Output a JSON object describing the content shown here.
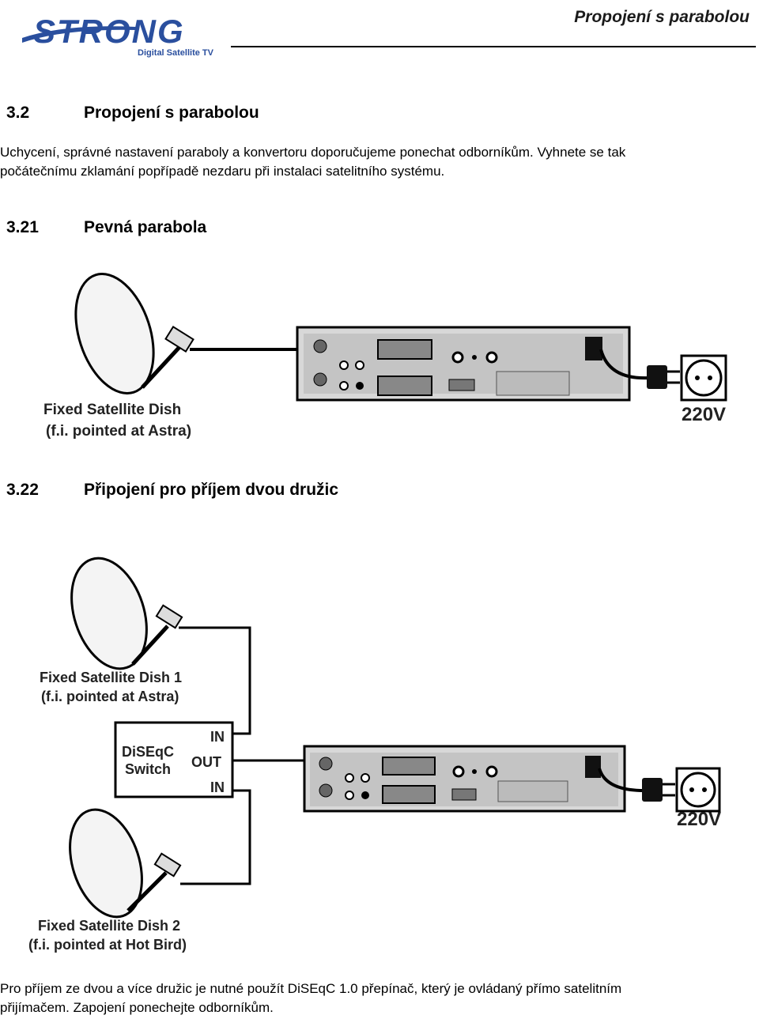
{
  "header": {
    "logo_text": "STRONG",
    "logo_subtitle": "Digital Satellite TV",
    "title": "Propojení s parabolou"
  },
  "section": {
    "number": "3.2",
    "title": "Propojení s parabolou",
    "intro_line1": "Uchycení, správné nastavení paraboly a konvertoru doporučujeme ponechat odborníkům. Vyhnete se tak",
    "intro_line2": "počátečnímu zklamání popřípadě nezdaru při instalaci satelitního systému."
  },
  "subsection1": {
    "number": "3.21",
    "title": "Pevná parabola",
    "figure": {
      "dish_label_line1": "Fixed Satellite Dish",
      "dish_label_line2": "(f.i. pointed at Astra)",
      "voltage": "220V"
    }
  },
  "subsection2": {
    "number": "3.22",
    "title": "Připojení pro příjem dvou družic",
    "figure": {
      "dish1_label_line1": "Fixed Satellite Dish 1",
      "dish1_label_line2": "(f.i. pointed at Astra)",
      "diseqc_line1": "DiSEqC",
      "diseqc_line2": "Switch",
      "port_in1": "IN",
      "port_out": "OUT",
      "port_in2": "IN",
      "dish2_label_line1": "Fixed Satellite Dish 2",
      "dish2_label_line2": "(f.i. pointed at Hot Bird)",
      "voltage": "220V"
    }
  },
  "footer": {
    "line1": "Pro příjem ze dvou a více družic je nutné použít DiSEqC 1.0 přepínač, který je ovládaný přímo satelitním",
    "line2": "přijímačem. Zapojení ponechejte odborníkům."
  }
}
